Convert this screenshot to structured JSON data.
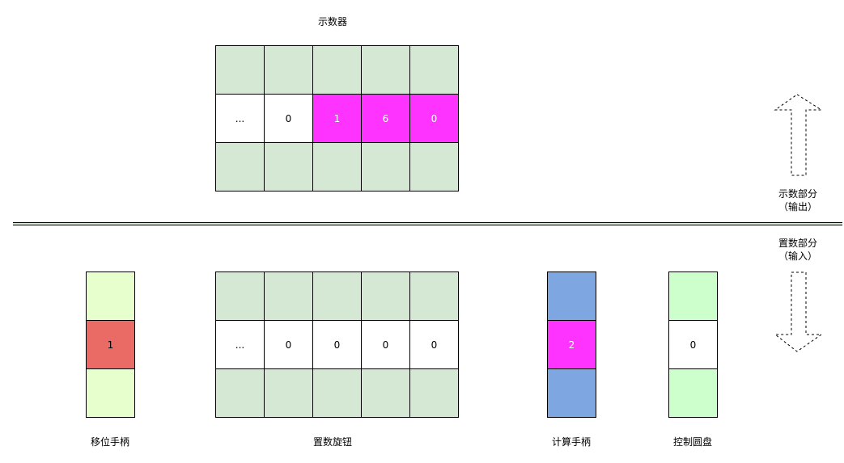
{
  "display": {
    "title": "示数器",
    "values": [
      "...",
      "0",
      "1",
      "6",
      "0"
    ],
    "colors": {
      "frame": "#d5e8d4",
      "value_default": "#ffffff",
      "value_highlight": "#ff33ff"
    },
    "highlighted": [
      false,
      false,
      true,
      true,
      true
    ]
  },
  "output_section": {
    "line1": "示数部分",
    "line2": "（输出）",
    "arrow_icon": "dashed-up-arrow"
  },
  "input_section": {
    "line1": "置数部分",
    "line2": "（输入）",
    "arrow_icon": "dashed-down-arrow"
  },
  "setting_knobs": {
    "label": "置数旋钮",
    "values": [
      "...",
      "0",
      "0",
      "0",
      "0"
    ],
    "colors": {
      "frame": "#d5e8d4",
      "value": "#ffffff"
    }
  },
  "shift_handle": {
    "label": "移位手柄",
    "value": "1",
    "colors": {
      "frame": "#e6ffcc",
      "value": "#ea6b66"
    }
  },
  "crank_handle": {
    "label": "计算手柄",
    "value": "2",
    "colors": {
      "frame": "#7ea6e0",
      "value": "#ff33ff"
    }
  },
  "control_dial": {
    "label": "控制圆盘",
    "value": "0",
    "colors": {
      "frame": "#ccffcc",
      "value": "#ffffff"
    }
  }
}
